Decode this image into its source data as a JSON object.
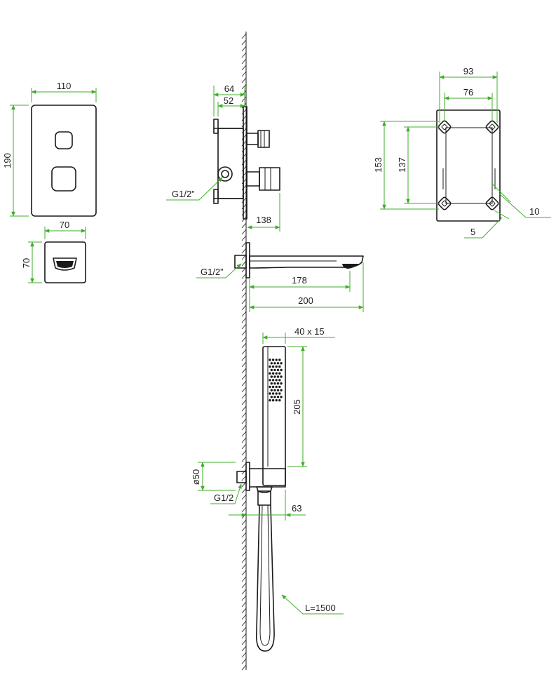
{
  "colors": {
    "dimension_line": "#3fae2a",
    "outline": "#1a1a1a",
    "background": "#ffffff"
  },
  "dimensions": {
    "plate_width": "110",
    "plate_height": "190",
    "knob_width": "70",
    "knob_height": "70",
    "box_depth_outer": "64",
    "box_depth_inner": "52",
    "box_thread": "G1/2”",
    "valve_projection": "138",
    "frame_width_outer": "93",
    "frame_width_inner": "76",
    "frame_height_outer": "153",
    "frame_height_inner": "137",
    "frame_hole": "10",
    "frame_slot": "5",
    "spout_thread": "G1/2”",
    "spout_reach_inner": "178",
    "spout_length": "200",
    "handset_section": "40 x 15",
    "handset_height": "205",
    "outlet_diameter": "ø50",
    "outlet_thread": "G1/2",
    "outlet_projection": "63",
    "hose_length": "L=1500"
  }
}
